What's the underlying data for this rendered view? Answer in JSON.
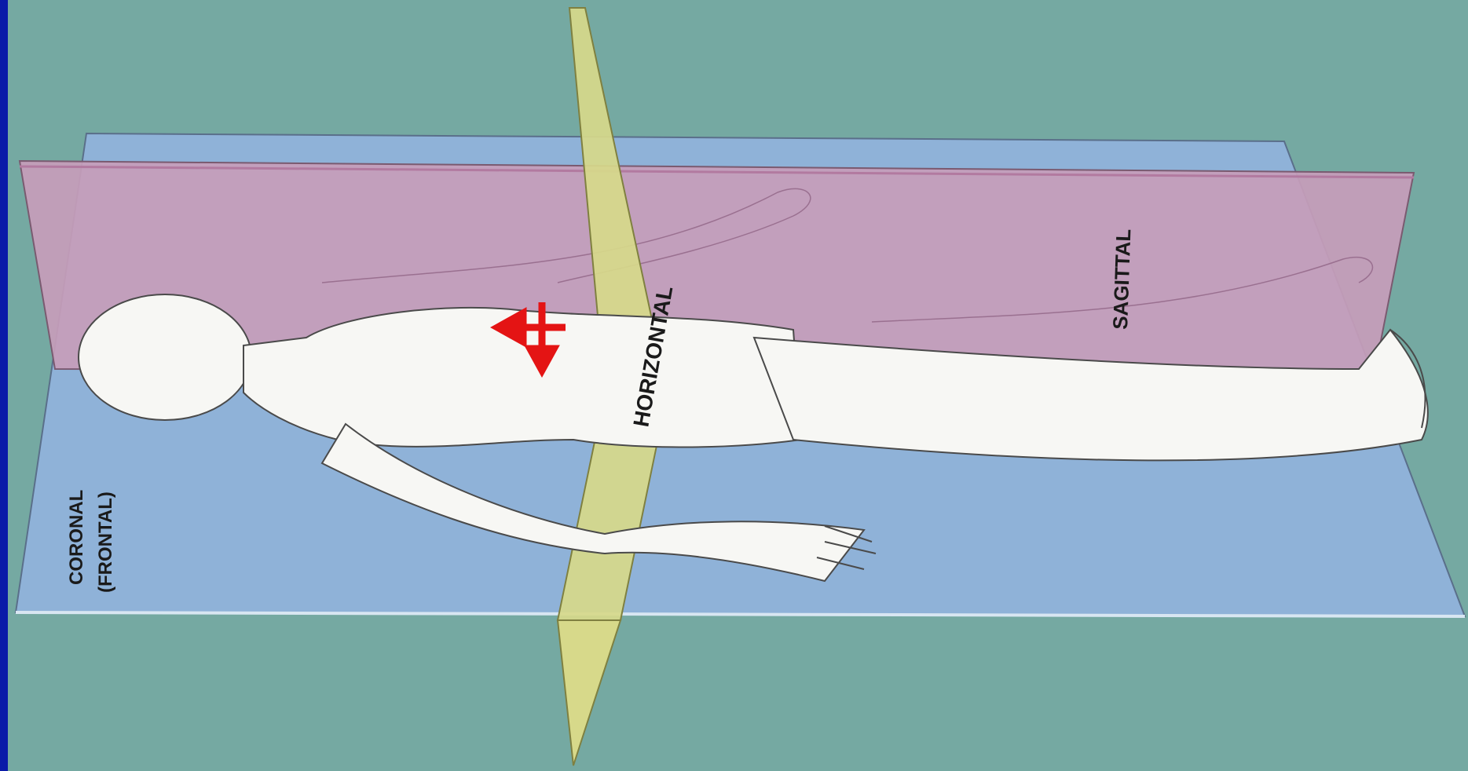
{
  "colors": {
    "border": "#0a1aa8",
    "background": "#75a9a2",
    "coronal_plane": "#8fb2d8",
    "sagittal_plane": "#c79dba",
    "horizontal_plane": "#d7d98a",
    "body": "#f7f7f4",
    "arrows": "#e41414"
  },
  "labels": {
    "sagittal": "SAGITTAL",
    "horizontal": "HORIZONTAL",
    "coronal_line1": "CORONAL",
    "coronal_line2": "(FRONTAL)"
  },
  "arrows": {
    "directions": [
      "left",
      "down"
    ],
    "marker": "crosshair"
  }
}
